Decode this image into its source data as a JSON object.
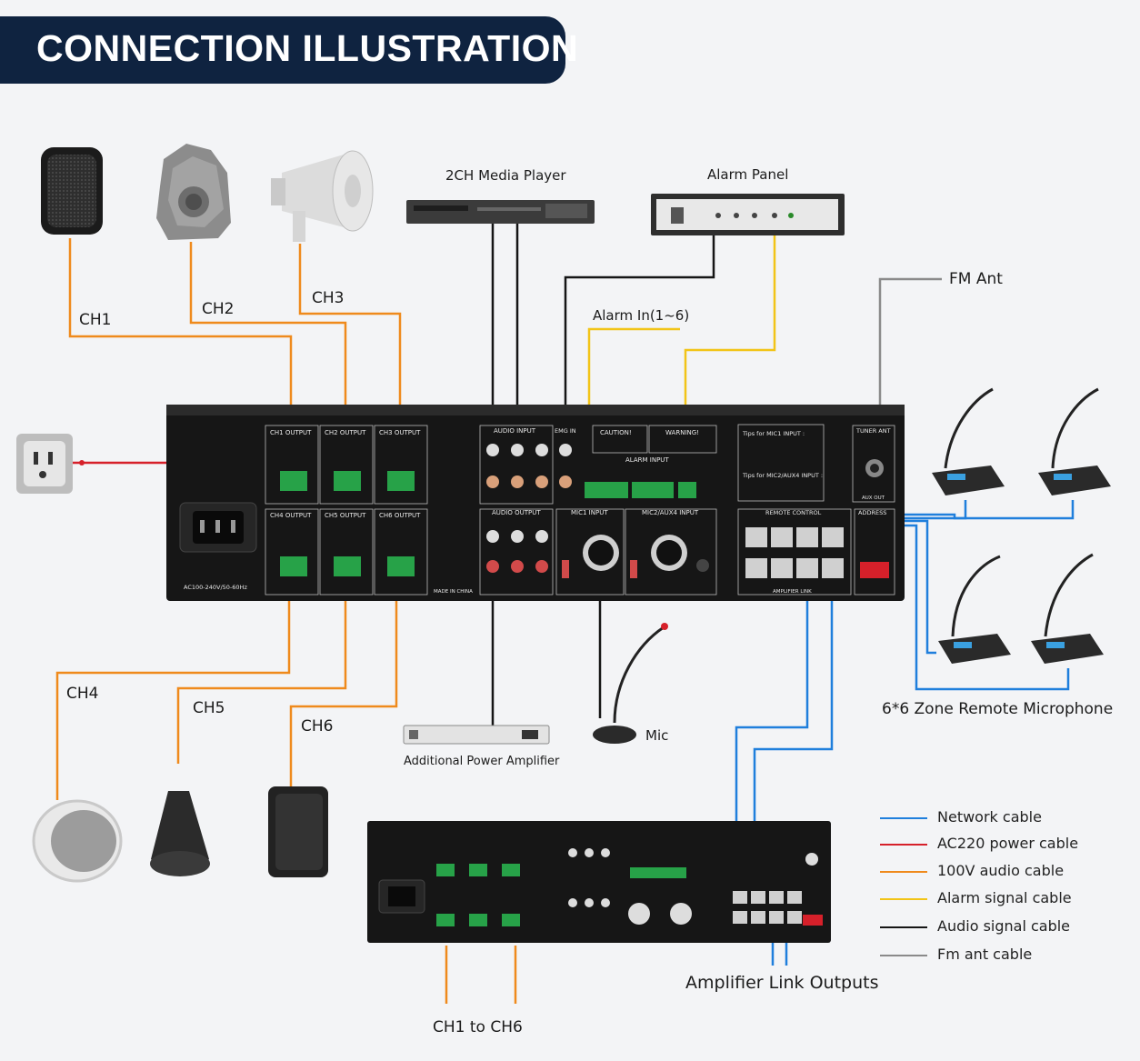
{
  "banner": {
    "title": "CONNECTION ILLUSTRATION"
  },
  "channels": {
    "ch1": "CH1",
    "ch2": "CH2",
    "ch3": "CH3",
    "ch4": "CH4",
    "ch5": "CH5",
    "ch6": "CH6"
  },
  "devices": {
    "media_player": "2CH Media Player",
    "alarm_panel": "Alarm Panel",
    "alarm_in": "Alarm In(1~6)",
    "fm_ant": "FM Ant",
    "remote_mic": "6*6 Zone Remote Microphone",
    "mic": "Mic",
    "power_amp": "Additional Power Amplifier",
    "link_outputs": "Amplifier Link Outputs",
    "ch1_to_ch6": "CH1 to CH6"
  },
  "panel": {
    "ch1_output": "CH1 OUTPUT",
    "ch2_output": "CH2 OUTPUT",
    "ch3_output": "CH3 OUTPUT",
    "ch4_output": "CH4 OUTPUT",
    "ch5_output": "CH5 OUTPUT",
    "ch6_output": "CH6 OUTPUT",
    "audio_input": "AUDIO INPUT",
    "emg_in": "EMG IN",
    "caution": "CAUTION!",
    "warning": "WARNING!",
    "alarm_input": "ALARM INPUT",
    "audio_output": "AUDIO OUTPUT",
    "mic1_input": "MIC1 INPUT",
    "mic2_input": "MIC2/AUX4 INPUT",
    "tuner_ant": "TUNER ANT",
    "aux_out": "AUX OUT",
    "remote_control": "REMOTE CONTROL",
    "address": "ADDRESS",
    "amplifier_link": "AMPLIFIER LINK",
    "power_rating": "AC100-240V/50-60Hz",
    "made_in": "MADE IN CHINA",
    "tips_mic1": "Tips for MIC1 INPUT :",
    "tips_mic2": "Tips for MIC2/AUX4 INPUT :"
  },
  "legend": [
    {
      "label": "Network cable",
      "color": "#1f7fdc"
    },
    {
      "label": "AC220 power cable",
      "color": "#d6202a"
    },
    {
      "label": "100V audio cable",
      "color": "#ef8a1c"
    },
    {
      "label": "Alarm signal cable",
      "color": "#f2c417"
    },
    {
      "label": "Audio signal cable",
      "color": "#151515"
    },
    {
      "label": "Fm ant  cable",
      "color": "#8a8a8a"
    }
  ]
}
